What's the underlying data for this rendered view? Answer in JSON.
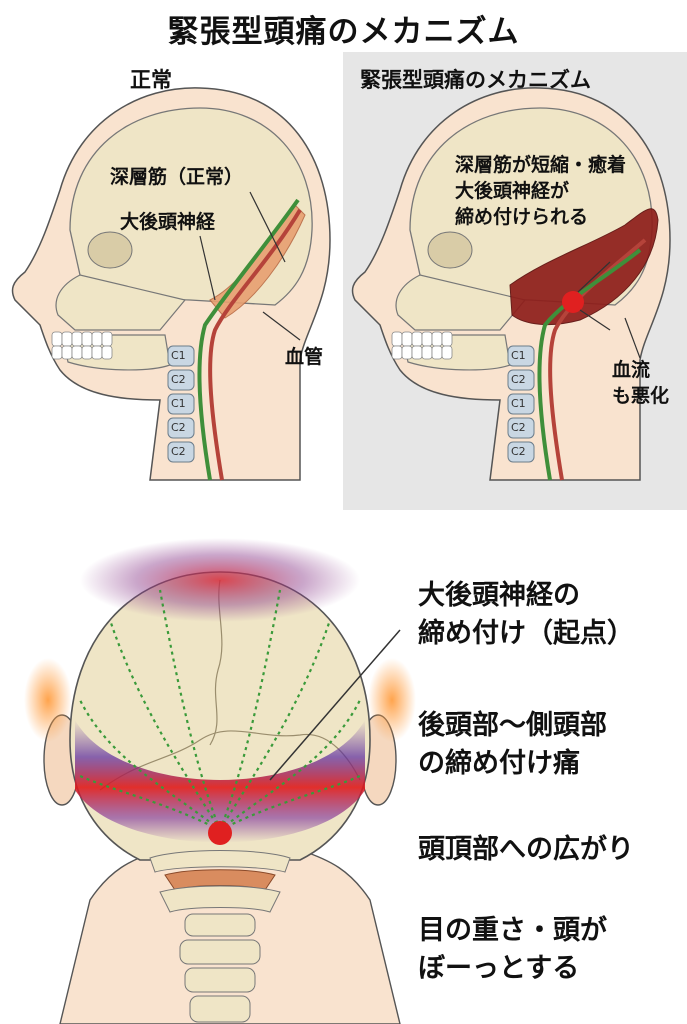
{
  "title": "緊張型頭痛のメカニズム",
  "left_panel": {
    "heading": "正常",
    "label_muscle": "深層筋（正常）",
    "label_nerve": "大後頭神経",
    "label_vessel": "血管",
    "vertebrae": [
      "C1",
      "C2",
      "C1",
      "C2",
      "C2"
    ]
  },
  "right_panel": {
    "heading": "緊張型頭痛のメカニズム",
    "label_line1": "深層筋が短縮・癒着",
    "label_line2": "大後頭神経が",
    "label_line3": "締め付けられる",
    "label_flow_line1": "血流",
    "label_flow_line2": "も悪化",
    "vertebrae": [
      "C1",
      "C2",
      "C1",
      "C2",
      "C2"
    ]
  },
  "bottom_panel": {
    "items": [
      {
        "line1": "大後頭神経の",
        "line2": "締め付け（起点）"
      },
      {
        "line1": "後頭部〜側頭部",
        "line2": "の締め付け痛"
      },
      {
        "line1": "頭頂部への広がり",
        "line2": ""
      },
      {
        "line1": "目の重さ・頭が",
        "line2": "ぼーっとする"
      }
    ]
  },
  "colors": {
    "bone": "#efe5c6",
    "nerve": "#3f8f3a",
    "vessel": "#b5433a",
    "pain": "#e02020",
    "muscle_normal": "#e8a071",
    "muscle_tense": "#8e1e1a",
    "gray_bg": "#e6e6e6"
  }
}
